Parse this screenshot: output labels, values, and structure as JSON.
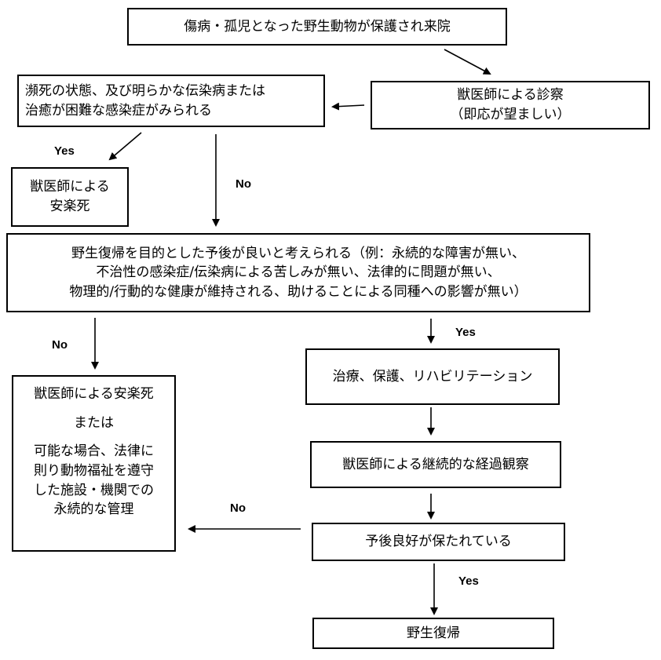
{
  "flowchart": {
    "start": "傷病・孤児となった野生動物が保護され来院",
    "exam": [
      "獣医師による診察",
      "（即応が望ましい）"
    ],
    "condition1": [
      "瀕死の状態、及び明らかな伝染病または",
      "治癒が困難な感染症がみられる"
    ],
    "euthanasia1": [
      "獣医師による",
      "安楽死"
    ],
    "condition2": [
      "野生復帰を目的とした予後が良いと考えられる（例：永続的な障害が無い、",
      "不治性の感染症/伝染病による苦しみが無い、法律的に問題が無い、",
      "物理的/行動的な健康が維持される、助けることによる同種への影響が無い）"
    ],
    "treatment": "治療、保護、リハビリテーション",
    "observation": "獣医師による継続的な経過観察",
    "prognosis": "予後良好が保たれている",
    "release": "野生復帰",
    "alternative": {
      "title": "獣医師による安楽死",
      "or": "または",
      "lines": [
        "可能な場合、法律に",
        "則り動物福祉を遵守",
        "した施設・機関での",
        "永続的な管理"
      ]
    },
    "labels": {
      "yes1": "Yes",
      "no1": "No",
      "no2": "No",
      "yes2": "Yes",
      "no3": "No",
      "yes3": "Yes"
    }
  }
}
